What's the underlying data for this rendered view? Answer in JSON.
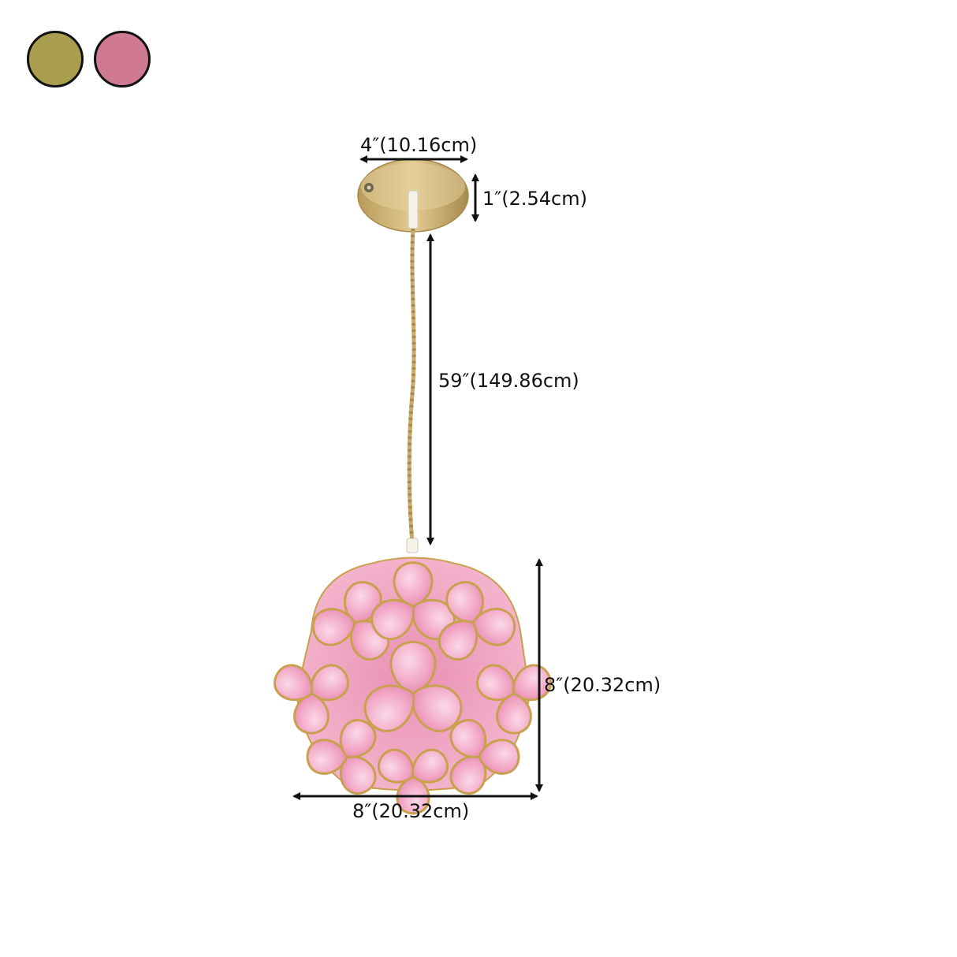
{
  "swatches": [
    {
      "name": "gold",
      "color": "#a89e4e"
    },
    {
      "name": "pink",
      "color": "#cf7a92"
    }
  ],
  "dimensions": {
    "canopy_width": "4″(10.16cm)",
    "canopy_height": "1″(2.54cm)",
    "cord_length": "59″(149.86cm)",
    "shade_height": "8″(20.32cm)",
    "shade_width": "8″(20.32cm)"
  },
  "colors": {
    "brass": "#c9aa6a",
    "brass_dark": "#a88a4c",
    "petal": "#f2a8c6",
    "petal_light": "#f9cfe0",
    "petal_deep": "#e27ea6",
    "outline": "#c8a050",
    "arrow": "#111111"
  }
}
